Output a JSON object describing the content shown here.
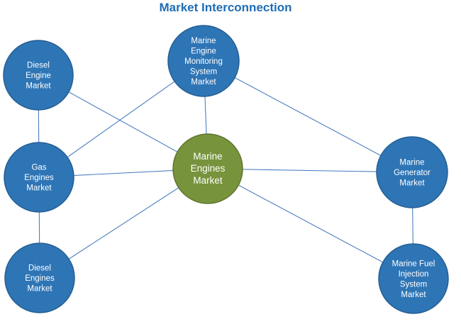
{
  "title": "Market Interconnection",
  "colors": {
    "title": "#1f6db5",
    "node_fill": "#2e75b6",
    "node_stroke": "#245e92",
    "center_fill": "#77933c",
    "center_stroke": "#5f7630",
    "edge": "#4a7fc0"
  },
  "nodes": [
    {
      "id": "diesel-engine",
      "lines": [
        "Diesel",
        "Engine",
        "Market"
      ],
      "type": "peripheral"
    },
    {
      "id": "monitoring",
      "lines": [
        "Marine",
        "Engine",
        "Monitoring",
        "System",
        "Market"
      ],
      "type": "peripheral"
    },
    {
      "id": "gas-engines",
      "lines": [
        "Gas",
        "Engines",
        "Market"
      ],
      "type": "peripheral"
    },
    {
      "id": "marine-engines",
      "lines": [
        "Marine",
        "Engines",
        "Market"
      ],
      "type": "center"
    },
    {
      "id": "generator",
      "lines": [
        "Marine",
        "Generator",
        "Market"
      ],
      "type": "peripheral"
    },
    {
      "id": "diesel-engines",
      "lines": [
        "Diesel",
        "Engines",
        "Market"
      ],
      "type": "peripheral"
    },
    {
      "id": "fuel-injection",
      "lines": [
        "Marine Fuel",
        "Injection",
        "System",
        "Market"
      ],
      "type": "peripheral"
    }
  ],
  "edges": [
    [
      "diesel-engine",
      "gas-engines"
    ],
    [
      "diesel-engine",
      "marine-engines"
    ],
    [
      "monitoring",
      "gas-engines"
    ],
    [
      "monitoring",
      "marine-engines"
    ],
    [
      "monitoring",
      "generator"
    ],
    [
      "gas-engines",
      "marine-engines"
    ],
    [
      "gas-engines",
      "diesel-engines"
    ],
    [
      "marine-engines",
      "generator"
    ],
    [
      "marine-engines",
      "diesel-engines"
    ],
    [
      "marine-engines",
      "fuel-injection"
    ],
    [
      "generator",
      "fuel-injection"
    ]
  ]
}
